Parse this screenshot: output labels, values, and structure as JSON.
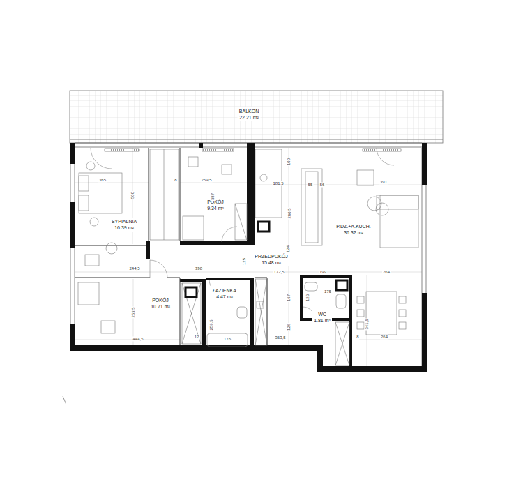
{
  "diagram": {
    "nodes": [
      {
        "text": [
          "BALKON",
          "22.21 m²"
        ]
      },
      {
        "text": [
          "SYPIALNIA",
          "16.39 m²"
        ]
      },
      {
        "text": [
          "POKÓJ",
          "9.34 m²"
        ]
      },
      {
        "text": [
          "P.DZ.+A.KUCH.",
          "36.32 m²"
        ]
      },
      {
        "text": [
          "PRZEDPOKÓJ",
          "15.48 m²"
        ]
      },
      {
        "text": [
          "ŁAZIENKA",
          "4.47 m²"
        ]
      },
      {
        "text": [
          "POKÓJ",
          "10.71 m²"
        ]
      },
      {
        "text": [
          "WC",
          "1.81 m²"
        ]
      }
    ],
    "labels": [
      "365",
      "500",
      "8",
      "259,5",
      "387",
      "181,5",
      "55",
      "56",
      "391",
      "100",
      "280,5",
      "124",
      "244,5",
      "398",
      "125",
      "172,5",
      "199",
      "264",
      "167",
      "126",
      "123",
      "175",
      "363,5",
      "253,5",
      "444,5",
      "12",
      "259,5",
      "176",
      "341,5",
      "264",
      "8"
    ]
  }
}
